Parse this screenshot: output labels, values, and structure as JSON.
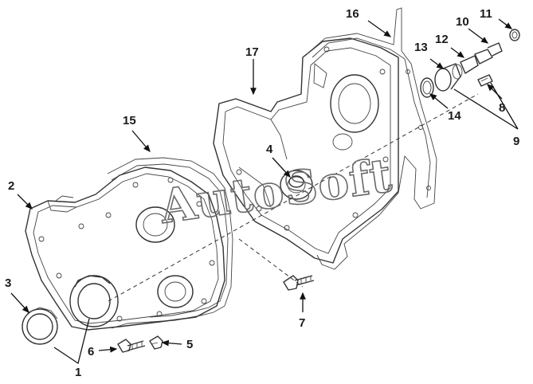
{
  "callouts": {
    "c1": "1",
    "c2": "2",
    "c3": "3",
    "c4": "4",
    "c5": "5",
    "c6": "6",
    "c7": "7",
    "c8": "8",
    "c9": "9",
    "c10": "10",
    "c11": "11",
    "c12": "12",
    "c13": "13",
    "c14": "14",
    "c15": "15",
    "c16": "16",
    "c17": "17"
  },
  "watermark": "AutoSoft",
  "colors": {
    "line": "#333333",
    "watermark": "#6a6a6a",
    "background": "#ffffff"
  }
}
